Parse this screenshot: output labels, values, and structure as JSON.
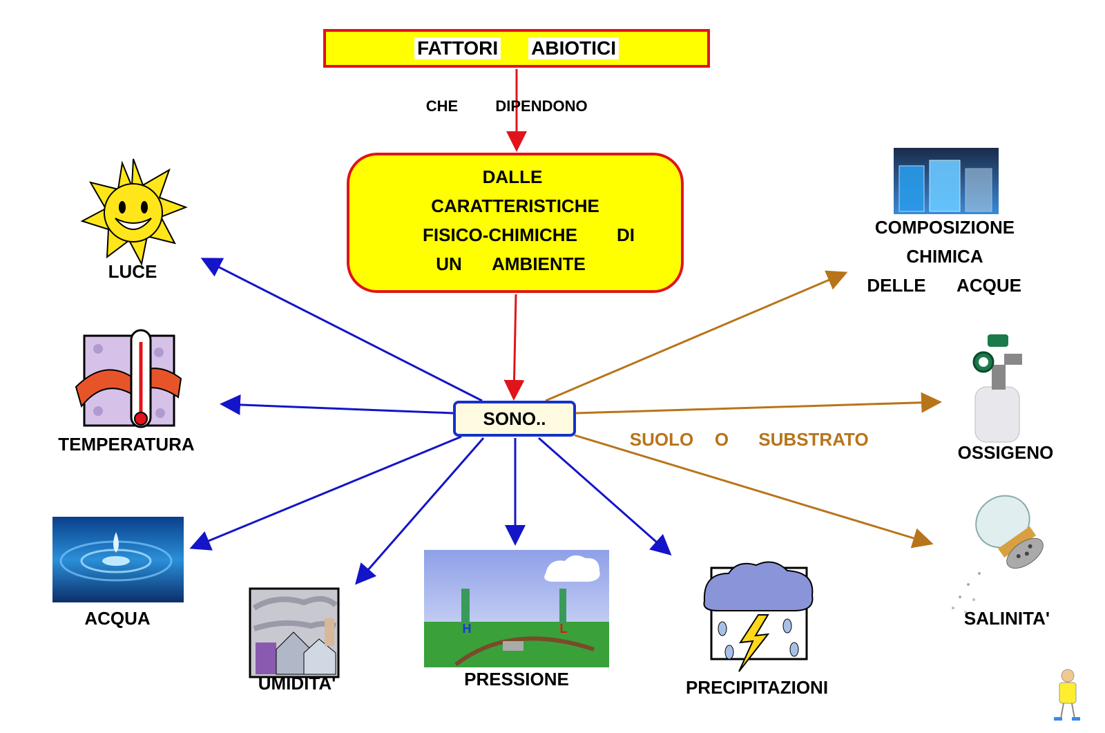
{
  "title": {
    "word1": "FATTORI",
    "word2": "ABIOTICI"
  },
  "connector": {
    "word1": "CHE",
    "word2": "DIPENDONO"
  },
  "center": {
    "line1": "DALLE",
    "line2": "CARATTERISTICHE",
    "line3a": "FISICO-CHIMICHE",
    "line3b": "DI",
    "line4a": "UN",
    "line4b": "AMBIENTE"
  },
  "hub": "SONO..",
  "factors": {
    "luce": "LUCE",
    "temperatura": "TEMPERATURA",
    "acqua": "ACQUA",
    "umidita": "UMIDITA'",
    "pressione": "PRESSIONE",
    "precipitazioni": "PRECIPITAZIONI",
    "composizione_1": "COMPOSIZIONE",
    "composizione_2": "CHIMICA",
    "composizione_3a": "DELLE",
    "composizione_3b": "ACQUE",
    "ossigeno": "OSSIGENO",
    "salinita": "SALINITA'"
  },
  "soil_label": {
    "w1": "SUOLO",
    "w2": "O",
    "w3": "SUBSTRATO"
  },
  "colors": {
    "red": "#e0141a",
    "blue": "#1414c8",
    "brown": "#b8741a",
    "yellow": "#ffff00"
  },
  "icons": [
    "sun-icon",
    "thermometer-icon",
    "water-drop-icon",
    "humid-town-icon",
    "pressure-map-icon",
    "storm-cloud-icon",
    "beakers-icon",
    "oxygen-tank-icon",
    "salt-shaker-icon",
    "mascot-icon"
  ]
}
